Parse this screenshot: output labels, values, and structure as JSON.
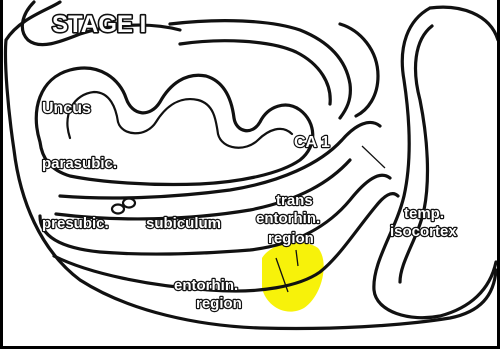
{
  "figure": {
    "title": "STAGE I",
    "labels": {
      "uncus": "Uncus",
      "parasubic": "parasubic.",
      "presubic": "presubic.",
      "subiculum": "subiculum",
      "ca1": "CA 1",
      "trans_line1": "trans",
      "trans_line2": "entorhin.",
      "trans_line3": "region",
      "entorhin_line1": "entorhin.",
      "entorhin_line2": "region",
      "temp_line1": "temp.",
      "temp_line2": "isocortex"
    },
    "colors": {
      "highlight": "#f7f20a",
      "ink": "#111111",
      "background": "#ffffff",
      "frame": "#000000"
    }
  }
}
